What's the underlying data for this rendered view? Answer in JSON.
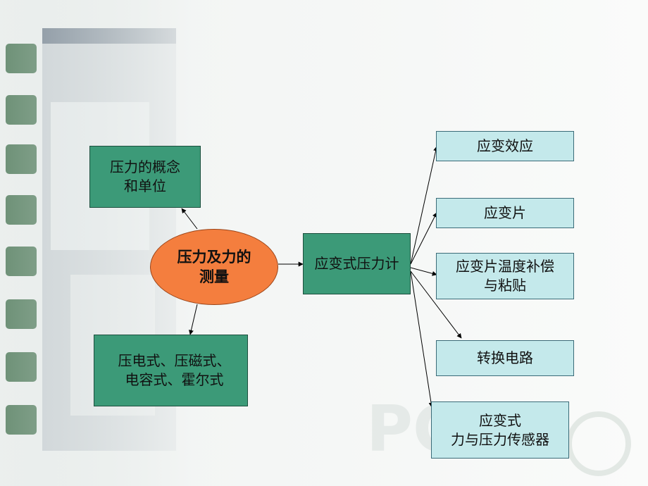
{
  "center": {
    "label": "压力及力的\n测量"
  },
  "left_nodes": [
    {
      "label": "压力的概念\n和单位"
    },
    {
      "label": "压电式、压磁式、\n电容式、霍尔式"
    }
  ],
  "hub": {
    "label": "应变式压力计"
  },
  "right_nodes": [
    {
      "label": "应变效应"
    },
    {
      "label": "应变片"
    },
    {
      "label": "应变片温度补偿\n与粘贴"
    },
    {
      "label": "转换电路"
    },
    {
      "label": "应变式\n力与压力传感器"
    }
  ],
  "colors": {
    "green": "#3c9a78",
    "cyan": "#c4e9eb",
    "orange": "#f47e3e"
  }
}
